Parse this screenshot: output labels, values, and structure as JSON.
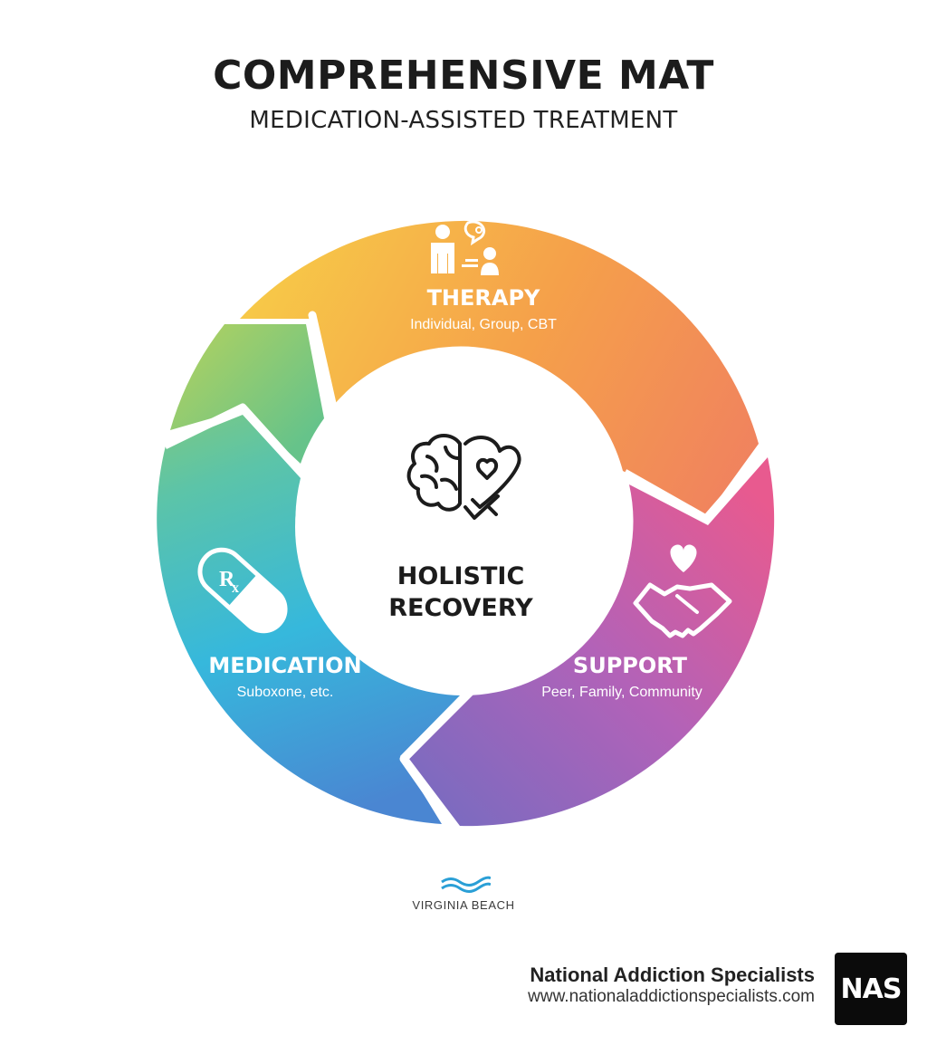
{
  "header": {
    "title": "COMPREHENSIVE MAT",
    "subtitle": "MEDICATION-ASSISTED TREATMENT"
  },
  "wheel": {
    "segments": [
      {
        "title": "THERAPY",
        "subtitle": "Individual, Group, CBT",
        "icon": "therapy-session-icon",
        "colors": [
          "#f7c948",
          "#f5a04a",
          "#f08060"
        ]
      },
      {
        "title": "SUPPORT",
        "subtitle": "Peer, Family, Community",
        "icon": "handshake-heart-icon",
        "colors": [
          "#e85a8f",
          "#b262b8",
          "#7a6bc0"
        ]
      },
      {
        "title": "MEDICATION",
        "subtitle": "Suboxone, etc.",
        "icon": "rx-capsule-icon",
        "colors": [
          "#7ec97a",
          "#36bcd6",
          "#3f8ed6"
        ]
      }
    ],
    "center": {
      "line1": "HOLISTIC",
      "line2": "RECOVERY",
      "icon": "brain-heart-icon"
    }
  },
  "location_logo": {
    "label": "VIRGINIA BEACH",
    "icon": "waves-icon",
    "color": "#2a9fd6"
  },
  "footer": {
    "organization": "National Addiction Specialists",
    "url": "www.nationaladdictionspecialists.com",
    "logo_text": "NAS"
  }
}
